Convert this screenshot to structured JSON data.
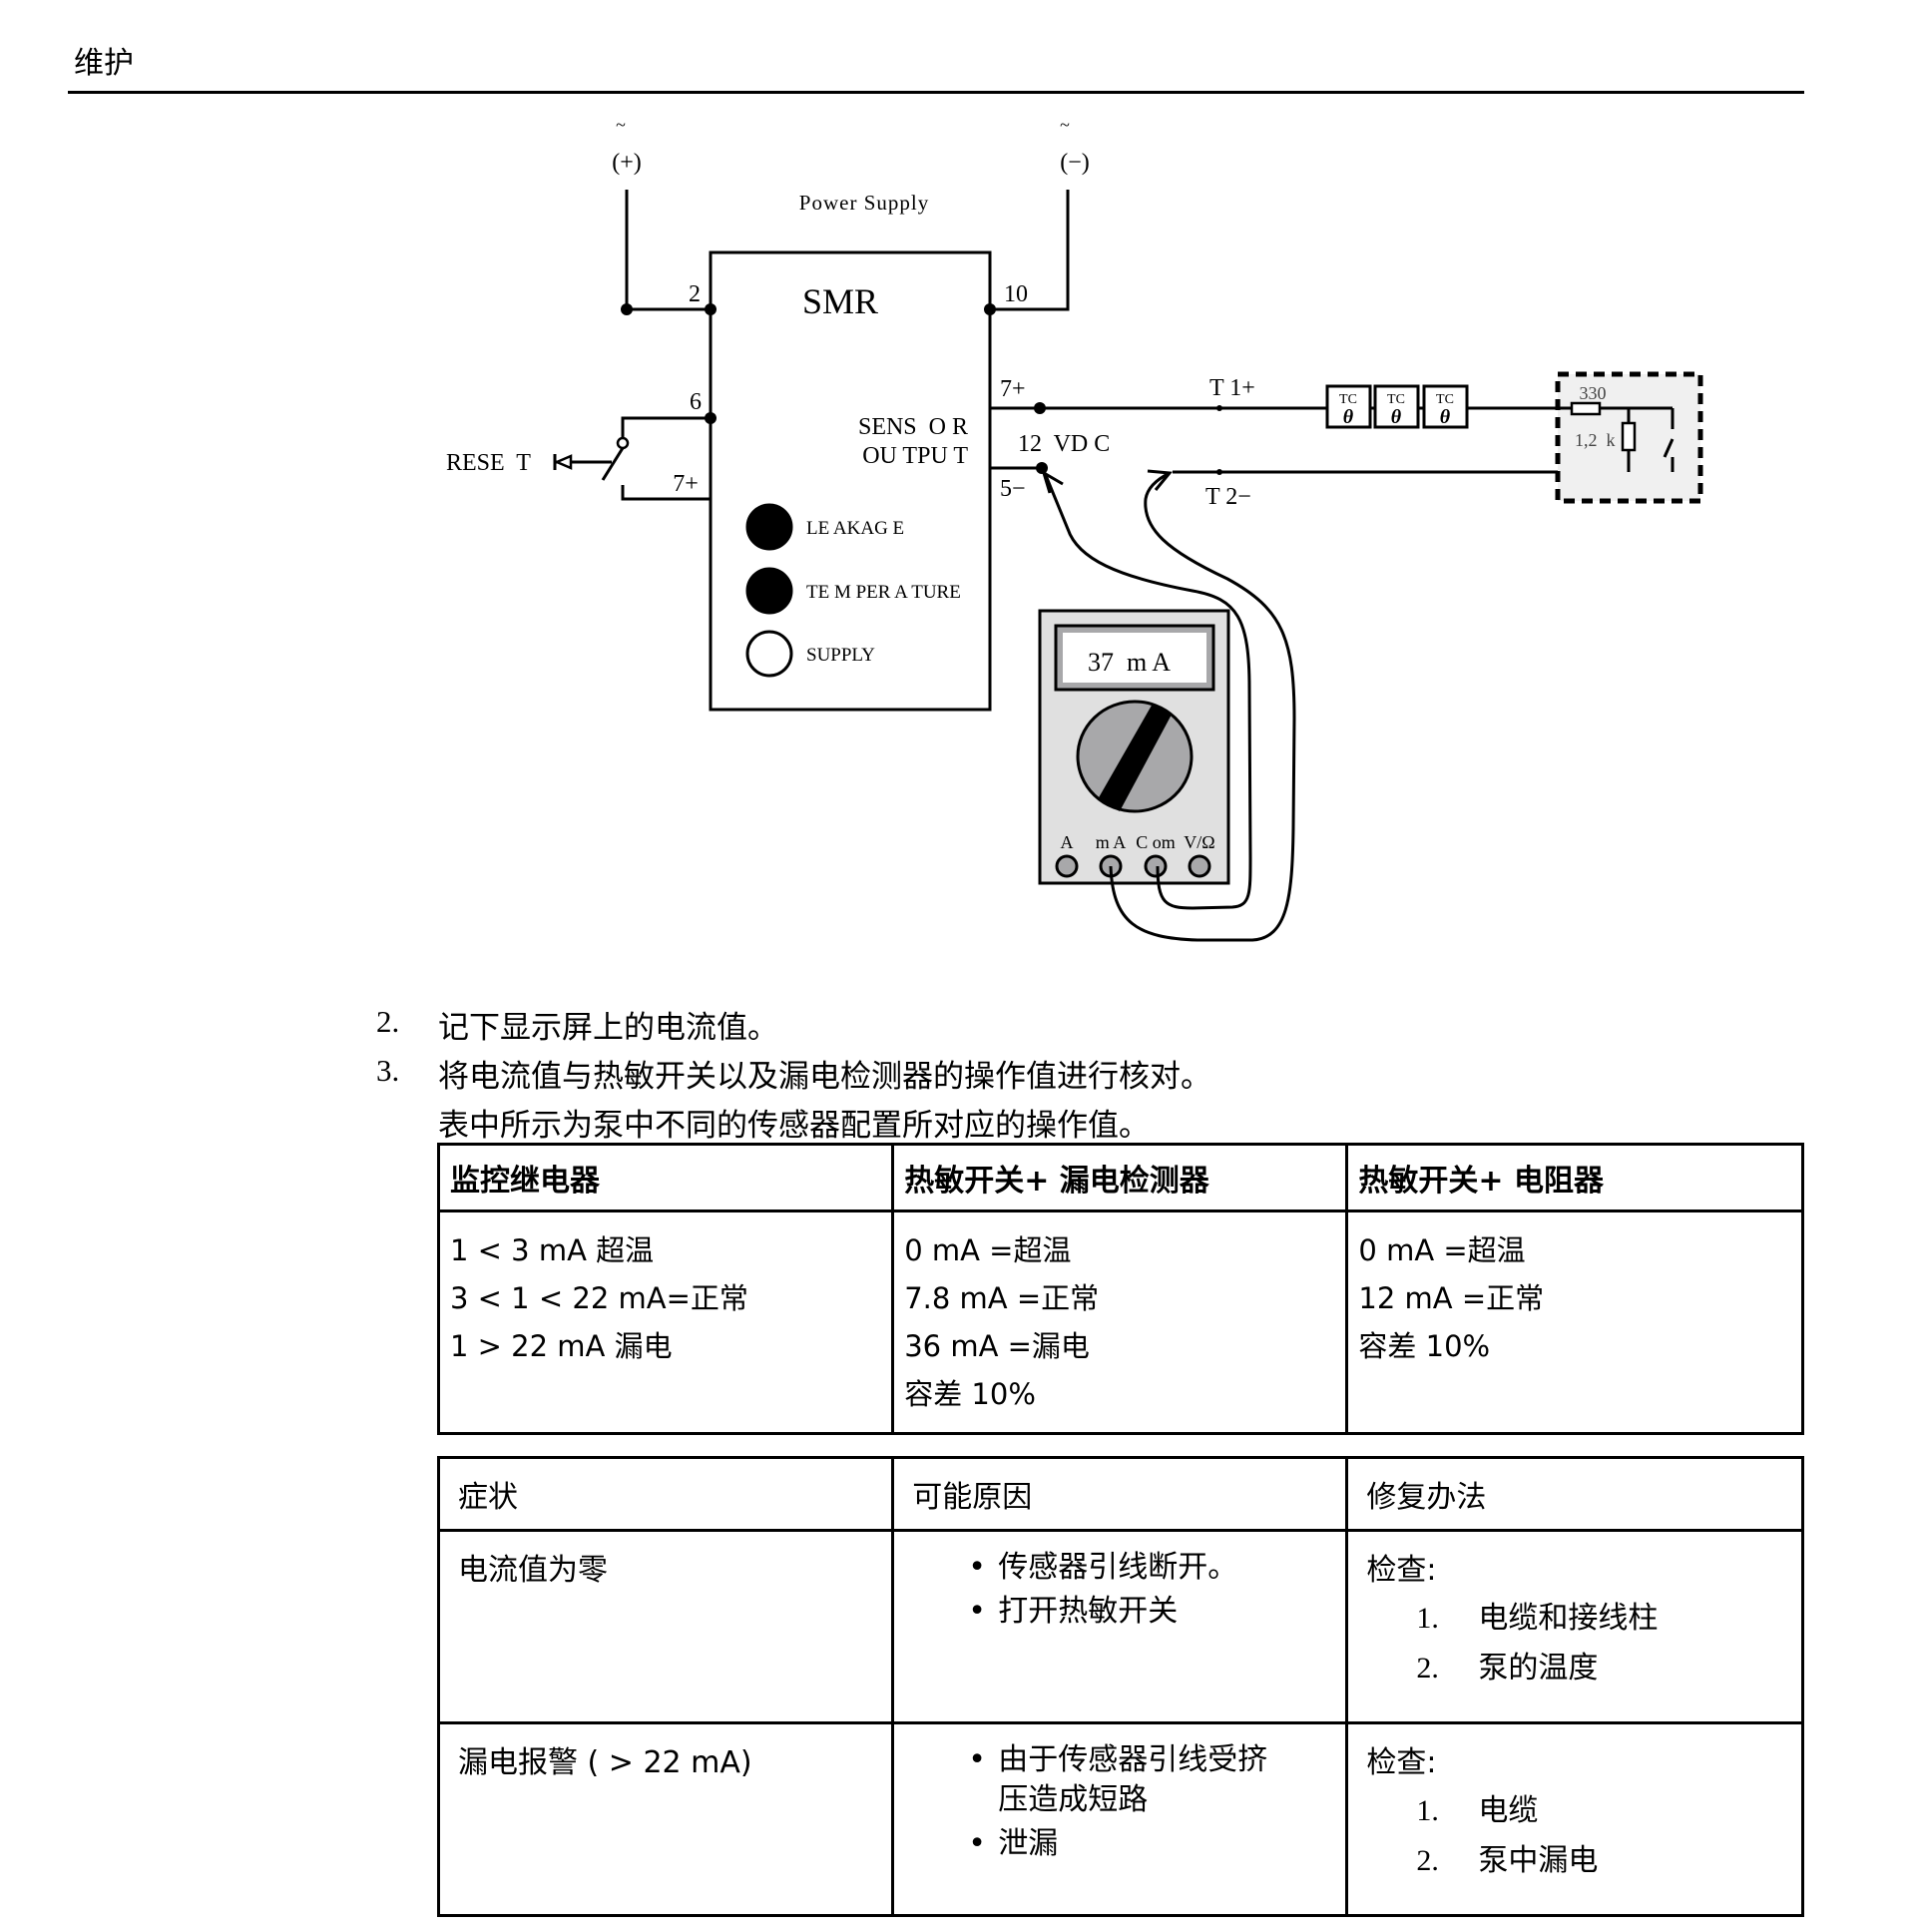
{
  "header": {
    "title": "维护"
  },
  "diagram": {
    "ac_symbol": "~",
    "plus_terminal": "(+)",
    "minus_terminal": "(−)",
    "power_supply_label": "Power Supply",
    "relay_label": "SMR",
    "pin_2": "2",
    "pin_10": "10",
    "pin_6": "6",
    "pin_7_left": "7+",
    "pin_7_right": "7+",
    "pin_5": "5−",
    "reset_label": "RESE  T",
    "sensor_output_line1": "SENS  O R",
    "sensor_output_line2": "OU TPU T",
    "vdc_label": "12  VD C",
    "t1_label": "T 1+",
    "t2_label": "T 2−",
    "indicators": [
      {
        "label": "LE AKAG E",
        "state": "on"
      },
      {
        "label": "TE M PER  A TURE",
        "state": "on"
      },
      {
        "label": "SUPPLY",
        "state": "off"
      }
    ],
    "thermal_switches": [
      {
        "label": "TC",
        "symbol": "θ"
      },
      {
        "label": "TC",
        "symbol": "θ"
      },
      {
        "label": "TC",
        "symbol": "θ"
      }
    ],
    "resistor_series": "330",
    "resistor_parallel": "1,2  k",
    "meter": {
      "reading": "37  m A",
      "jacks": [
        "A",
        "m A",
        "C om",
        "V/Ω"
      ]
    }
  },
  "steps": [
    {
      "number": "2.",
      "text": "记下显示屏上的电流值。"
    },
    {
      "number": "3.",
      "text": "将电流值与热敏开关以及漏电检测器的操作值进行核对。",
      "note": "表中所示为泵中不同的传感器配置所对应的操作值。"
    }
  ],
  "table_operating_values": {
    "headers": [
      "监控继电器",
      "热敏开关+ 漏电检测器",
      "热敏开关+ 电阻器"
    ],
    "rows": [
      [
        "1 < 3  mA 超温",
        "3 < 1 < 22  mA=正常",
        "1 > 22  mA 漏电"
      ],
      [
        "0  mA =超温",
        "7.8  mA =正常",
        "36  mA =漏电",
        "容差 10%"
      ],
      [
        "0  mA =超温",
        "12  mA =正常",
        "容差 10%"
      ]
    ]
  },
  "table_troubleshooting": {
    "headers": [
      "症状",
      "可能原因",
      "修复办法"
    ],
    "rows": [
      {
        "symptom": "电流值为零",
        "causes": [
          "传感器引线断开。",
          "打开热敏开关"
        ],
        "remedy_intro": "检查:",
        "remedies": [
          {
            "n": "1.",
            "text": "电缆和接线柱"
          },
          {
            "n": "2.",
            "text": "泵的温度"
          }
        ]
      },
      {
        "symptom": "漏电报警 ( > 22  mA)",
        "causes": [
          "由于传感器引线受挤压造成短路",
          "泄漏"
        ],
        "remedy_intro": "检查:",
        "remedies": [
          {
            "n": "1.",
            "text": "电缆"
          },
          {
            "n": "2.",
            "text": "泵中漏电"
          }
        ]
      }
    ]
  },
  "colors": {
    "ink": "#000000",
    "meter_body": "#e0e0e0",
    "meter_dark": "#a8a8aa",
    "dashed_box_fill": "#f0f0f0"
  }
}
